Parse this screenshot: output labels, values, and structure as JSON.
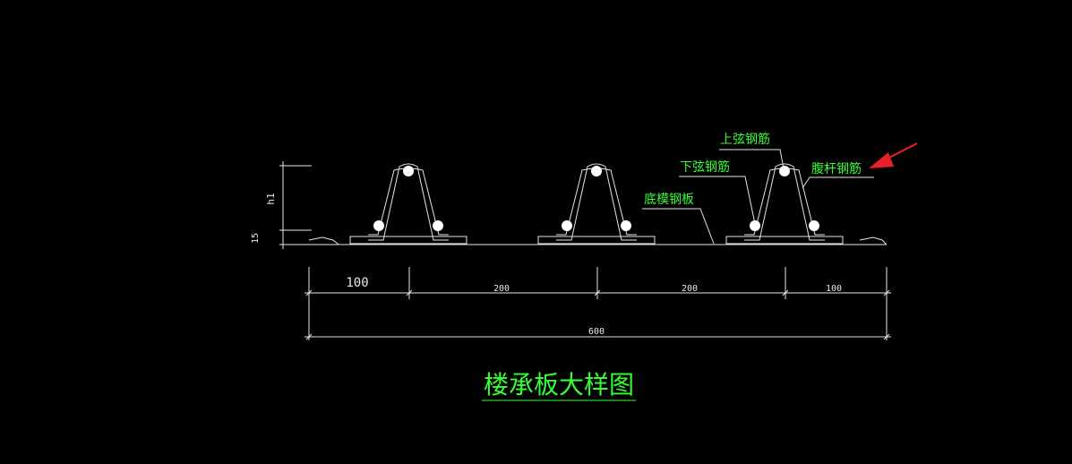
{
  "drawing": {
    "title": "楼承板大样图",
    "colors": {
      "background": "#000000",
      "linework": "#e6e6e6",
      "label_text": "#33ff33",
      "leader_line": "#e6e6e6",
      "arrow": "#e8202a"
    },
    "labels": {
      "top_chord": "上弦钢筋",
      "bottom_chord": "下弦钢筋",
      "web_bar": "腹杆钢筋",
      "base_plate": "底模钢板"
    },
    "dimensions": {
      "left_edge": "100",
      "span_1": "200",
      "span_2": "200",
      "right_edge": "100",
      "overall": "600",
      "truss_height": "h1",
      "plate_thickness": "15"
    },
    "truss_count": 3
  }
}
